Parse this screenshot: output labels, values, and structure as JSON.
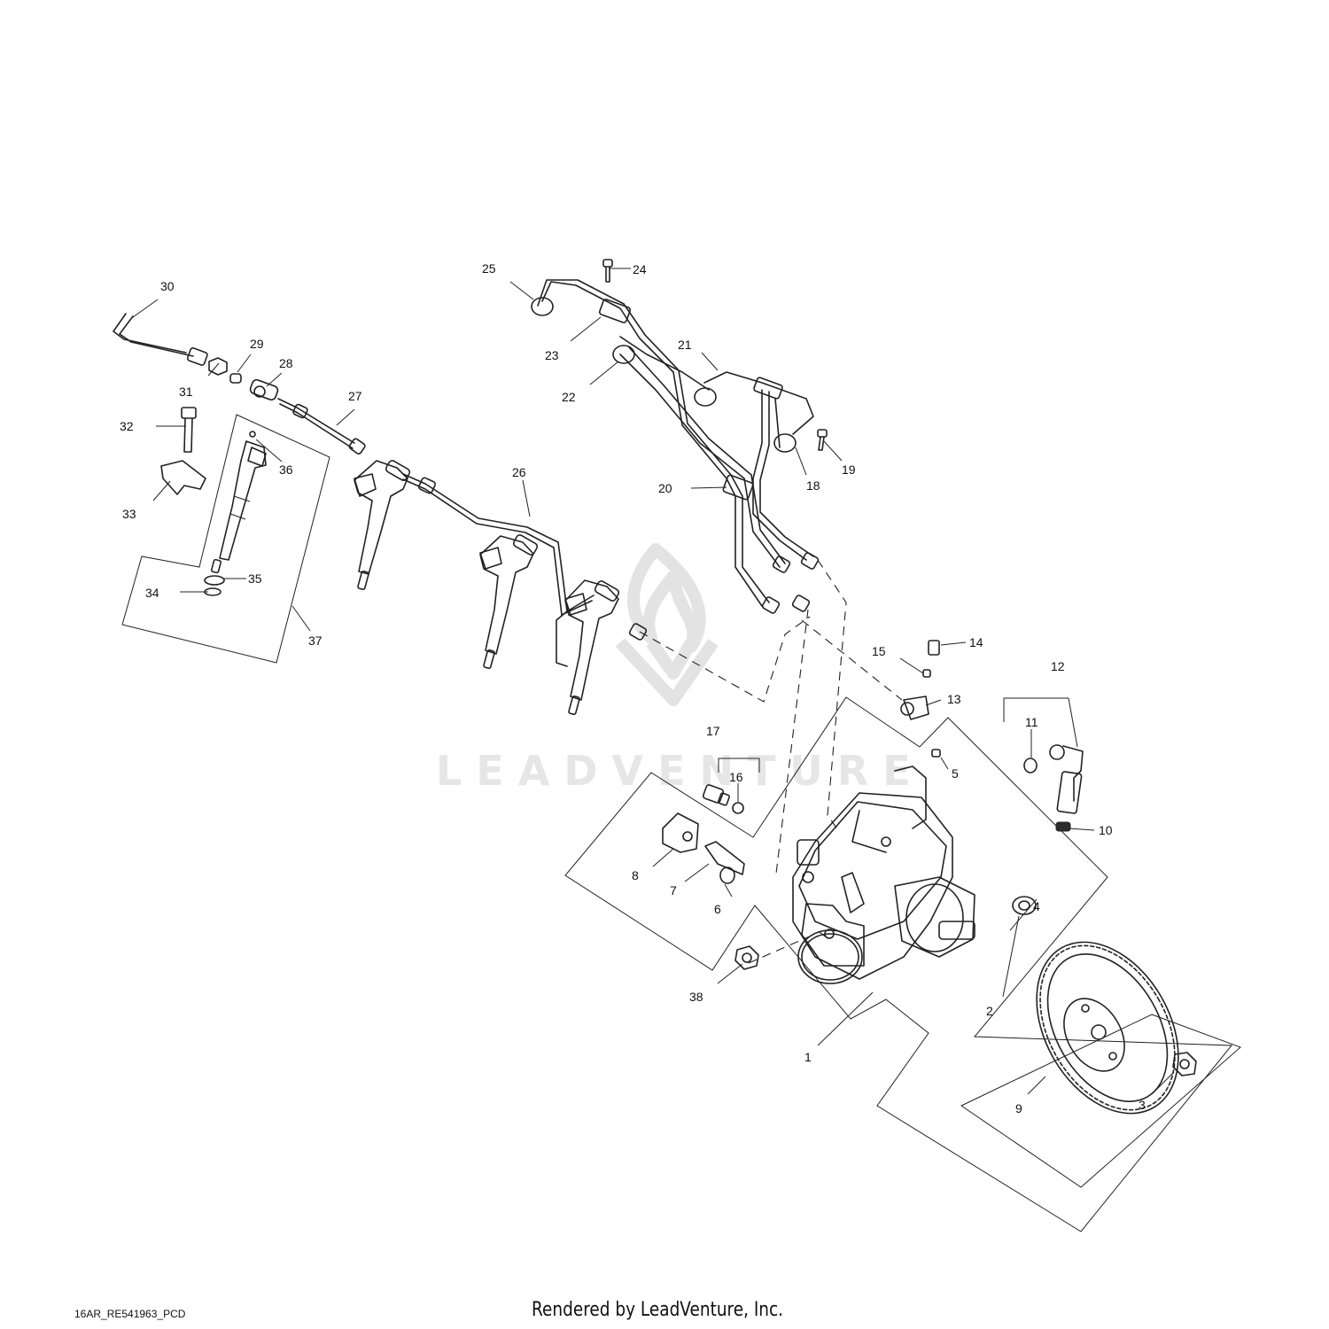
{
  "watermark": {
    "text": "LEADVENTURE"
  },
  "footer": {
    "drawing_id": "16AR_RE541963_PCD",
    "credit": "Rendered by LeadVenture, Inc."
  },
  "callouts": [
    "1",
    "2",
    "3",
    "4",
    "5",
    "6",
    "7",
    "8",
    "9",
    "10",
    "11",
    "12",
    "13",
    "14",
    "15",
    "16",
    "17",
    "18",
    "19",
    "20",
    "21",
    "22",
    "23",
    "24",
    "25",
    "26",
    "27",
    "28",
    "29",
    "30",
    "31",
    "32",
    "33",
    "34",
    "35",
    "36",
    "37",
    "38"
  ]
}
